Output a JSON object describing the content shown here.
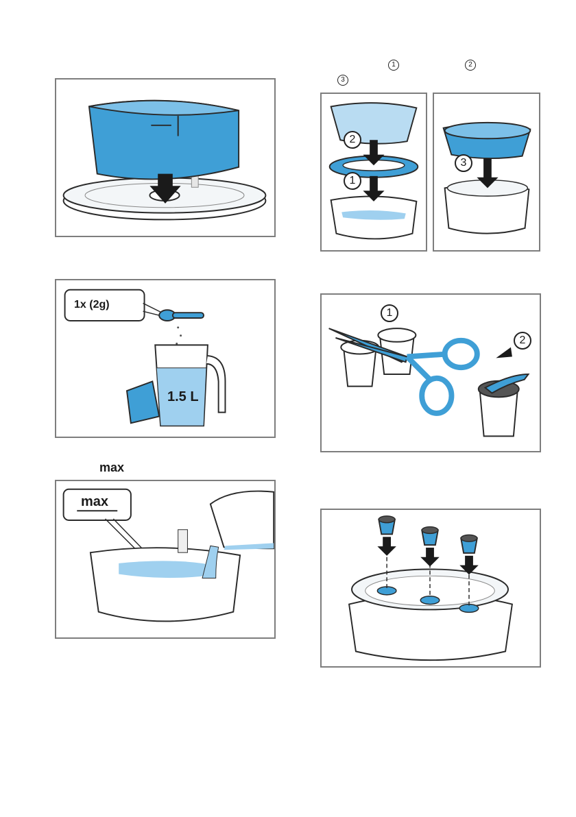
{
  "colors": {
    "blue": "#3f9fd6",
    "blue_dark": "#1f6fa8",
    "water": "#9fd0ef",
    "outline": "#2a2a2a",
    "frame": "#7d7d7d"
  },
  "labels": {
    "max_text": "max",
    "step_marker_1": "1",
    "step_marker_2": "2",
    "step_marker_3": "3"
  },
  "panel_sachet": {
    "dose_label": "1x (2g)",
    "volume_label": "1.5 L"
  },
  "panel_fill": {
    "max_label": "max"
  },
  "panel_assemble": {
    "num1": "1",
    "num2": "2",
    "num3": "3"
  },
  "panel_cut": {
    "num1": "1",
    "num2": "2"
  }
}
